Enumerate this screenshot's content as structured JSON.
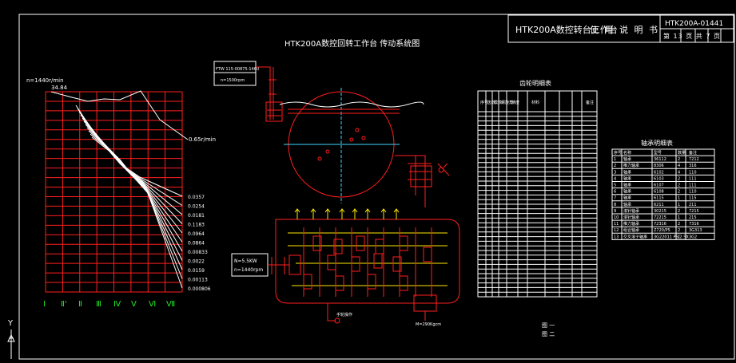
{
  "title_block": {
    "doc_name": "HTK200A数控转台工作台",
    "doc_type": "使 用 说 明 书",
    "code": "HTK200A-01441",
    "sheet_text": "第 13 页 共 7 页"
  },
  "drawing": {
    "main_title": "HTK200A数控回转工作台 传动系统图"
  },
  "speed_chart": {
    "rpm_label": "n=1440r/min",
    "top_value": "34.84",
    "right_label": "0.65r/min",
    "speed_values": [
      "0.0357",
      "0.0254",
      "0.0181",
      "0.1183",
      "0.0964",
      "0.0864",
      "0.00833",
      "0.0022",
      "0.0159",
      "0.00113",
      "0.000806"
    ],
    "axis_labels": [
      "Ⅰ",
      "Ⅱ'",
      "Ⅱ",
      "Ⅲ",
      "Ⅳ",
      "Ⅴ",
      "Ⅵ",
      "Ⅶ"
    ]
  },
  "motors": {
    "top_motor_line1": "FTW 115-00875-1460",
    "top_motor_line2": "n=1500rpm",
    "main_motor_line1": "N=5.5KW",
    "main_motor_line2": "n=1440rpm",
    "bottom_label_1": "手轮操作",
    "bottom_label_2": "M=290Kgcm"
  },
  "gear_table": {
    "title": "齿轮明细表",
    "headers": [
      "序号",
      "齿数",
      "模数",
      "螺旋角",
      "精度",
      "材料",
      "备注"
    ]
  },
  "bearing_table": {
    "title": "轴承明细表",
    "headers": [
      "序号",
      "名称",
      "型号",
      "数量",
      "备注"
    ],
    "rows": [
      [
        "1",
        "轴承",
        "36112",
        "2",
        "7212"
      ],
      [
        "2",
        "推力轴承",
        "8306",
        "4",
        "316"
      ],
      [
        "3",
        "轴承",
        "6102",
        "4",
        "110"
      ],
      [
        "4",
        "轴承",
        "6103",
        "2",
        "111"
      ],
      [
        "5",
        "轴承",
        "6107",
        "2",
        "111"
      ],
      [
        "6",
        "轴承",
        "6108",
        "2",
        "110"
      ],
      [
        "7",
        "轴承",
        "6115",
        "1",
        "115"
      ],
      [
        "8",
        "轴承",
        "6211",
        "1",
        "211"
      ],
      [
        "9",
        "滚针轴承",
        "30215",
        "2",
        "7215"
      ],
      [
        "10",
        "滚针轴承",
        "72215",
        "1",
        "215"
      ],
      [
        "11",
        "推力轴承",
        "72316",
        "2",
        "7316"
      ],
      [
        "12",
        "组合轴承",
        "Z720/P5",
        "2",
        "3G313"
      ],
      [
        "13",
        "交叉滚子轴承",
        "3G22011 P5/2.5X",
        "1",
        "3G2"
      ]
    ]
  },
  "notes": [
    "图  一",
    "图  二"
  ],
  "ucs": {
    "y_label": "Y"
  }
}
